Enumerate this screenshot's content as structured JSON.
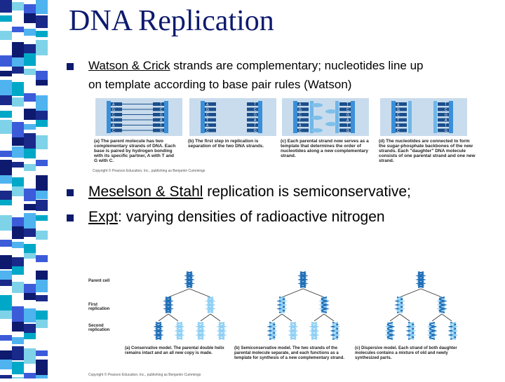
{
  "slide": {
    "title": "DNA Replication",
    "bullets": [
      {
        "lead": "Watson & Crick",
        "rest": "  strands are complementary; nucleotides line up",
        "line2": "on template according to base pair rules (Watson)"
      },
      {
        "lead": "Meselson & Stahl",
        "rest": " replication is semiconservative;"
      },
      {
        "pre": " ",
        "lead": "Expt",
        "rest": ":  varying densities of radioactive nitrogen"
      }
    ]
  },
  "figure1": {
    "panels": [
      {
        "caption": "(a) The parent molecule has two complementary strands of DNA. Each base is paired by hydrogen bonding with its specific partner, A with T and G with C."
      },
      {
        "caption": "(b) The first step in replication is separation of the two DNA strands."
      },
      {
        "caption": "(c) Each parental strand now serves as a template that determines the order of nucleotides along a new complementary strand."
      },
      {
        "caption": "(d) The nucleotides are connected to form the sugar-phosphate backbones of the new strands. Each \"daughter\" DNA molecule consists of one parental strand and one new strand."
      }
    ],
    "bases_left": [
      "A",
      "G",
      "C",
      "T",
      "A",
      "C"
    ],
    "bases_right": [
      "T",
      "C",
      "G",
      "A",
      "T",
      "G"
    ],
    "copyright": "Copyright © Pearson Education, Inc., publishing as Benjamin Cummings"
  },
  "figure2": {
    "row_labels": [
      "Parent cell",
      "First replication",
      "Second replication"
    ],
    "captions": [
      "(a) Conservative model. The parental double helix remains intact and an all new copy is made.",
      "(b) Semiconservative model. The two strands of the parental molecule separate, and each functions as a template for synthesis of a new complementary strand.",
      "(c) Dispersive model. Each strand of both daughter molecules contains a mixture of old and newly synthesized parts."
    ],
    "copyright": "Copyright © Pearson Education, Inc., publishing as Benjamin Cummings"
  },
  "colors": {
    "title": "#0d1a6e",
    "stripe": [
      "#1a2a8a",
      "#00a8c8",
      "#7fd3e8",
      "#ffffff",
      "#3b5bd9",
      "#0d1a6e",
      "#4fb3f0"
    ],
    "dna_blue": "#3a8fd8",
    "panel_bg": "#c9dced"
  }
}
